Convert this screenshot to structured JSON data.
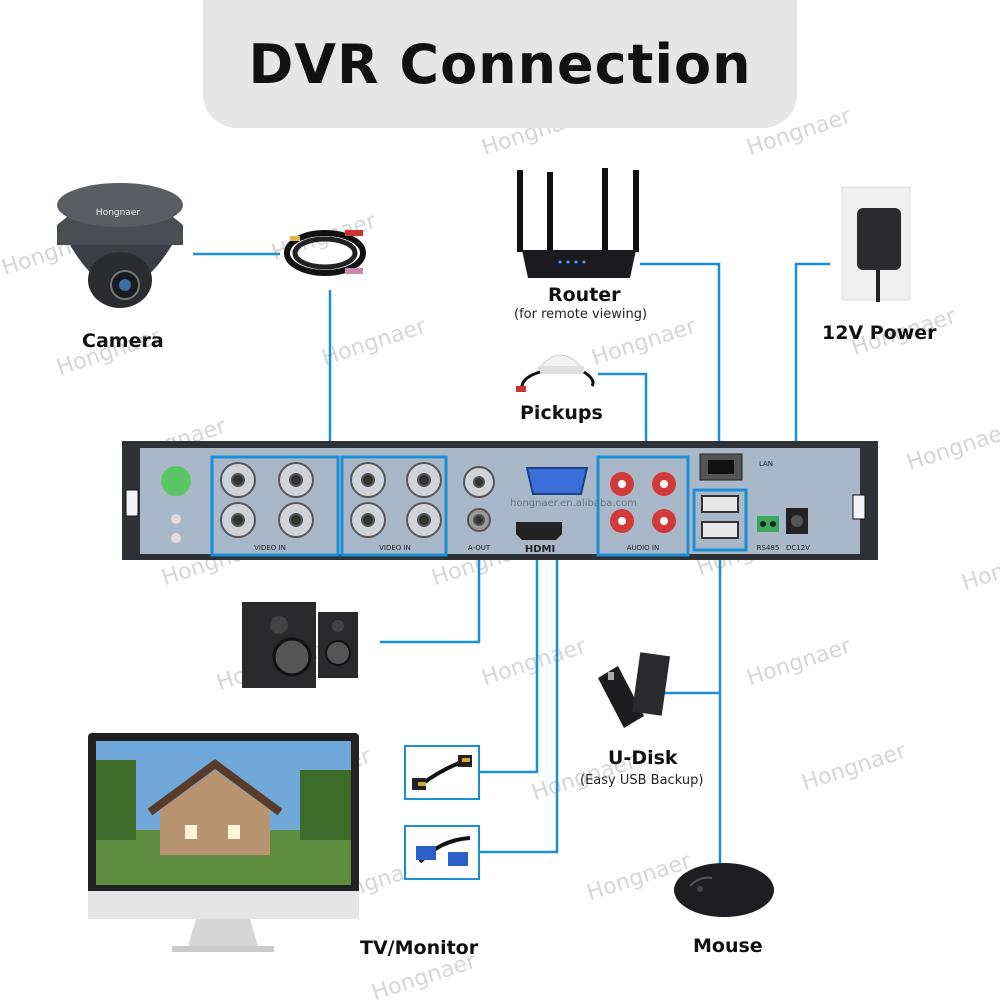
{
  "title": "DVR Connection",
  "devices": {
    "camera": {
      "label": "Camera"
    },
    "router": {
      "label": "Router",
      "sublabel": "(for remote viewing)"
    },
    "power": {
      "label": "12V Power"
    },
    "pickups": {
      "label": "Pickups"
    },
    "udisk": {
      "label": "U-Disk",
      "sublabel": "(Easy USB Backup)"
    },
    "monitor": {
      "label": "TV/Monitor"
    },
    "mouse": {
      "label": "Mouse"
    }
  },
  "dvr_panel": {
    "video_in_label_1": "VIDEO IN",
    "video_in_label_2": "VIDEO IN",
    "audio_in_label": "AUDIO IN",
    "aout_label": "A-OUT",
    "hdmi_label": "HDMI",
    "lan_label": "LAN",
    "rs485_label": "RS485",
    "dc12v_label": "DC12V",
    "camera_brand": "Hongnaer",
    "panel_watermark": "hongnaer.en.alibaba.com"
  },
  "watermark": "Hongnaer",
  "colors": {
    "connector": "#1a8fd6",
    "panel": "#2e3136",
    "title_bg": "#e6e6e6"
  }
}
